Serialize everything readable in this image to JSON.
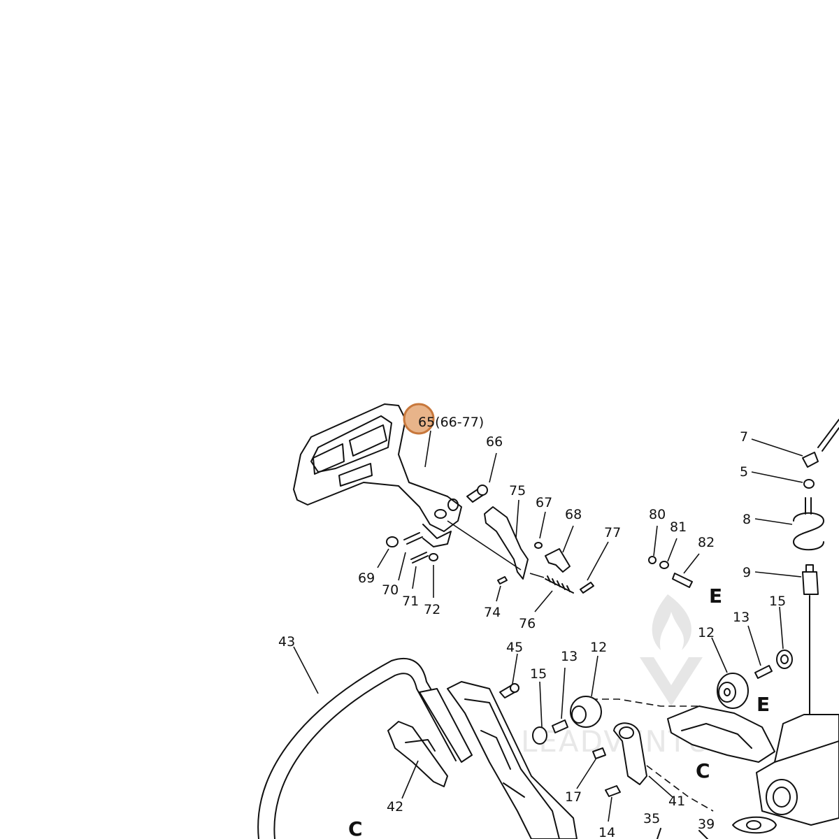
{
  "assembly_label": "65(66-77)",
  "section_labels": {
    "c_bottom_left": "C",
    "c_mid": "C",
    "e_upper": "E",
    "e_lower": "E"
  },
  "labels": {
    "l66": "66",
    "l75": "75",
    "l67": "67",
    "l68": "68",
    "l77": "77",
    "l69": "69",
    "l70": "70",
    "l71": "71",
    "l72": "72",
    "l74": "74",
    "l76": "76",
    "l80": "80",
    "l81": "81",
    "l82": "82",
    "l7": "7",
    "l5": "5",
    "l8": "8",
    "l9": "9",
    "l13a": "13",
    "l15a": "15",
    "l12a": "12",
    "l43": "43",
    "l45": "45",
    "l15b": "15",
    "l13b": "13",
    "l12b": "12",
    "l42": "42",
    "l17": "17",
    "l41": "41",
    "l14": "14",
    "l35": "35",
    "l39": "39"
  },
  "highlight_color": "#e8b48a",
  "highlight_stroke": "#c8783c",
  "watermark_text": "LEADVENTURE"
}
